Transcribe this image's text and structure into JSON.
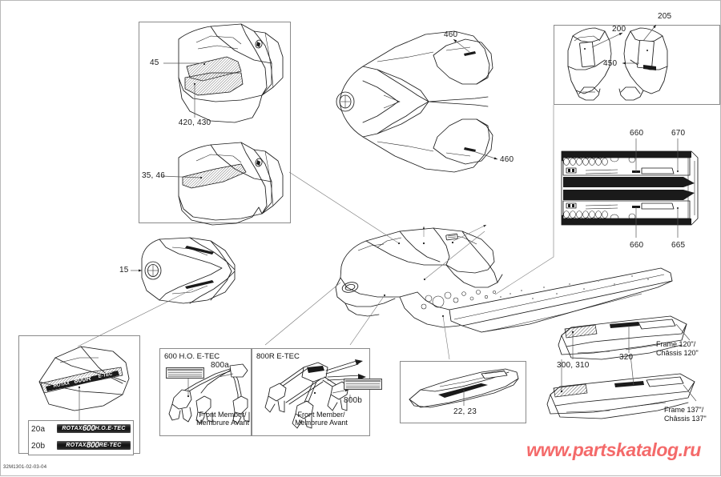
{
  "sheet": {
    "code": "32M1301-02-03-04",
    "watermark": "www.partskatalog.ru"
  },
  "callouts": {
    "c45": "45",
    "c420_430": "420, 430",
    "c35_46": "35, 46",
    "c15": "15",
    "c460_top": "460",
    "c460_bottom": "460",
    "c200": "200",
    "c205": "205",
    "c450": "450",
    "c660_top": "660",
    "c670": "670",
    "c660_bottom": "660",
    "c665": "665",
    "c300_310": "300, 310",
    "c320": "320",
    "c22_23": "22, 23",
    "c800a": "800a",
    "c800b": "800b",
    "c20a": "20a",
    "c20b": "20b"
  },
  "panels": {
    "engine_600": {
      "title": "600 H.O. E-TEC",
      "member_label": "Front Member/\nMembrure Avant"
    },
    "engine_800": {
      "title": "800R E-TEC",
      "member_label": "Front Member/\nMembrure Avant"
    },
    "frame_120": "Frame 120\"/\nChâssis 120\"",
    "frame_137": "Frame 137\"/\nChâssis 137\""
  },
  "decals": {
    "row_a": {
      "brand": "ROTAX",
      "displacement": "600",
      "suffix": "H.O.",
      "tech": "E-TEC"
    },
    "row_b": {
      "brand": "ROTAX",
      "displacement": "800",
      "suffix": "R",
      "tech": "E-TEC"
    }
  },
  "colors": {
    "line": "#1a1a1a",
    "panel_border": "#8a8a8a",
    "watermark": "#f46a6a",
    "hatch": "#555555"
  }
}
